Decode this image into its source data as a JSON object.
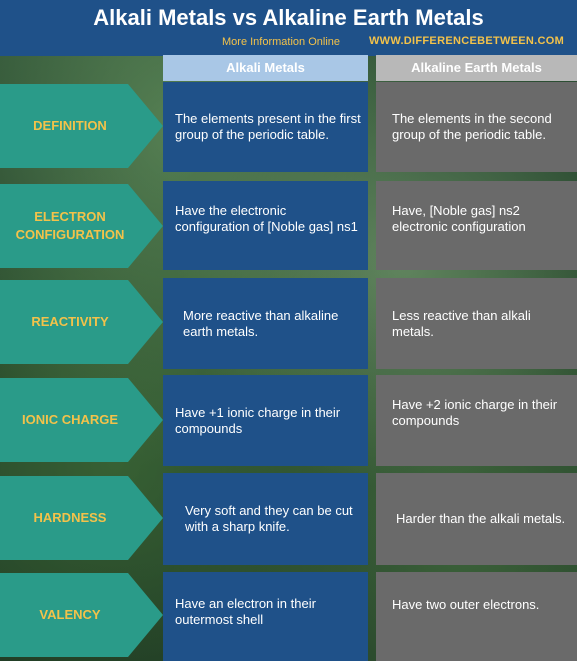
{
  "header": {
    "title": "Alkali Metals vs Alkaline Earth Metals",
    "more_info": "More Information  Online",
    "url": "WWW.DIFFERENCEBETWEEN.COM"
  },
  "columns": {
    "a": "Alkali Metals",
    "b": "Alkaline Earth Metals"
  },
  "rows": [
    {
      "label": "DEFINITION",
      "a": "The elements present in the first group of the periodic table.",
      "b": "The elements in the second group of the periodic table."
    },
    {
      "label": "ELECTRON CONFIGURATION",
      "a": "Have the electronic configuration of [Noble gas] ns1",
      "b": "Have, [Noble gas] ns2 electronic configuration"
    },
    {
      "label": "REACTIVITY",
      "a": "More reactive than alkaline earth metals.",
      "b": "Less reactive than alkali metals."
    },
    {
      "label": "IONIC CHARGE",
      "a": "Have +1 ionic charge in their compounds",
      "b": "Have +2 ionic charge in their compounds"
    },
    {
      "label": "HARDNESS",
      "a": "Very soft and they can be cut with a sharp knife.",
      "b": "Harder than the alkali metals."
    },
    {
      "label": "VALENCY",
      "a": "Have an electron in their outermost shell",
      "b": "Have two outer electrons."
    }
  ]
}
